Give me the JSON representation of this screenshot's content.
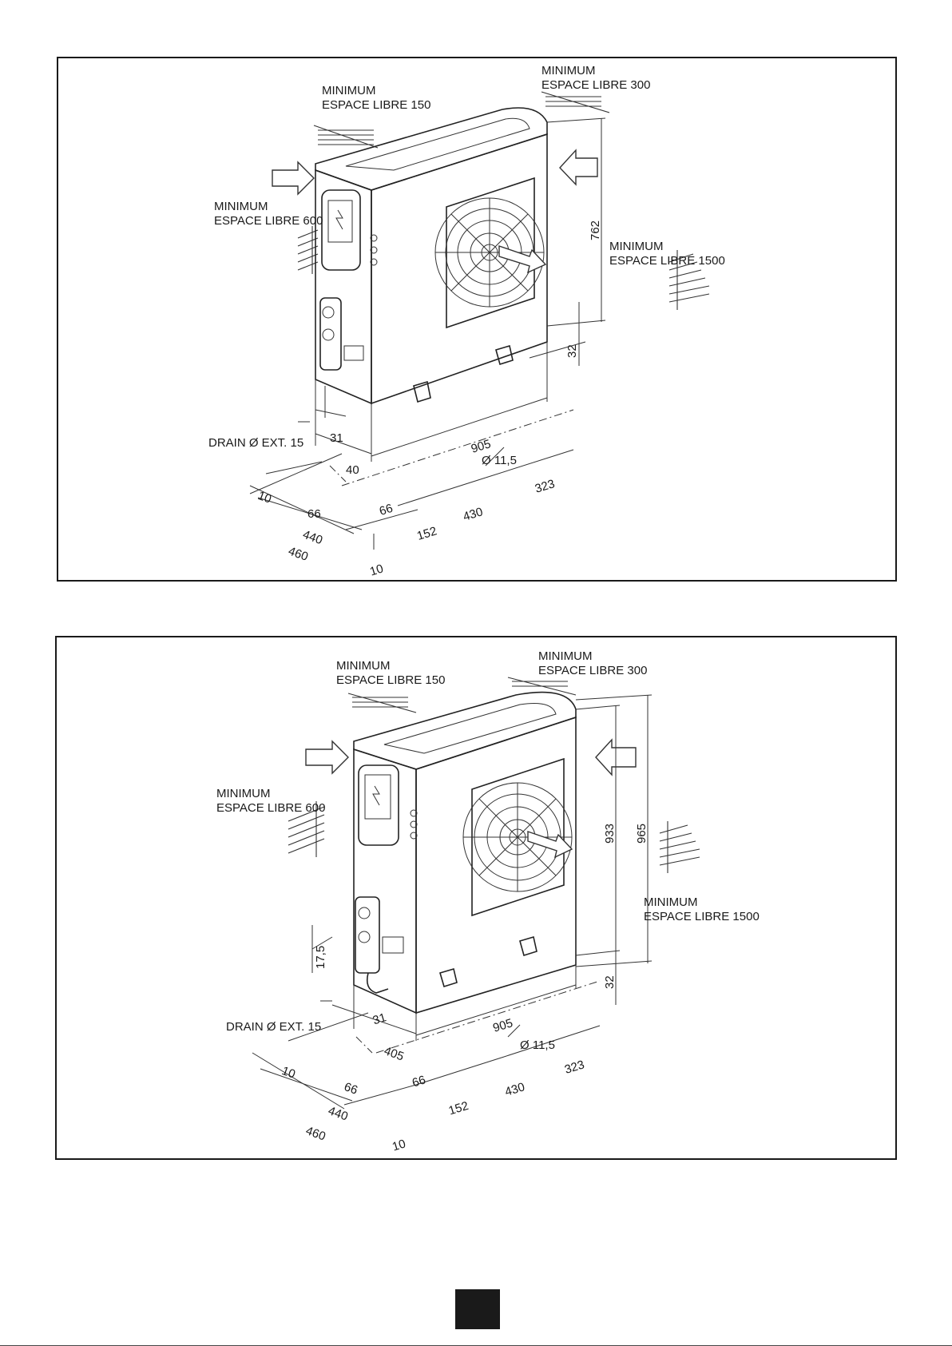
{
  "diagram_1": {
    "label_top_left": [
      "MINIMUM",
      "ESPACE LIBRE 150"
    ],
    "label_top_right": [
      "MINIMUM",
      "ESPACE LIBRE 300"
    ],
    "label_left": [
      "MINIMUM",
      "ESPACE LIBRE 600"
    ],
    "label_right": [
      "MINIMUM",
      "ESPACE LIBRE 1500"
    ],
    "label_drain": "DRAIN Ø EXT. 15",
    "dim_height": "762",
    "dim_feet": "32",
    "dim_31": "31",
    "dim_40": "40",
    "dim_905": "905",
    "dim_hole": "Ø 11,5",
    "dim_323": "323",
    "dim_430": "430",
    "dim_152": "152",
    "dim_66a": "66",
    "dim_66b": "66",
    "dim_440": "440",
    "dim_460": "460",
    "dim_10a": "10",
    "dim_10b": "10"
  },
  "diagram_2": {
    "label_top_left": [
      "MINIMUM",
      "ESPACE LIBRE 150"
    ],
    "label_top_right": [
      "MINIMUM",
      "ESPACE LIBRE 300"
    ],
    "label_left": [
      "MINIMUM",
      "ESPACE LIBRE 600"
    ],
    "label_right": [
      "MINIMUM",
      "ESPACE LIBRE 1500"
    ],
    "label_drain": "DRAIN Ø EXT. 15",
    "dim_933": "933",
    "dim_965": "965",
    "dim_feet": "32",
    "dim_17": "17,5",
    "dim_31": "31",
    "dim_405": "405",
    "dim_905": "905",
    "dim_hole": "Ø 11,5",
    "dim_323": "323",
    "dim_430": "430",
    "dim_152": "152",
    "dim_66a": "66",
    "dim_66b": "66",
    "dim_440": "440",
    "dim_460": "460",
    "dim_10a": "10",
    "dim_10b": "10"
  }
}
